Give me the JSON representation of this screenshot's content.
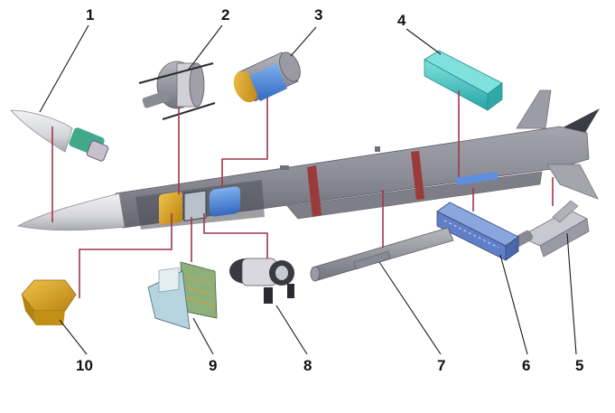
{
  "callouts": [
    {
      "id": 1,
      "label": "1"
    },
    {
      "id": 2,
      "label": "2"
    },
    {
      "id": 3,
      "label": "3"
    },
    {
      "id": 4,
      "label": "4"
    },
    {
      "id": 5,
      "label": "5"
    },
    {
      "id": 6,
      "label": "6"
    },
    {
      "id": 7,
      "label": "7"
    },
    {
      "id": 8,
      "label": "8"
    },
    {
      "id": 9,
      "label": "9"
    },
    {
      "id": 10,
      "label": "10"
    }
  ],
  "colors": {
    "background": "#ffffff",
    "body": "#8f8f9a",
    "body_dark": "#6d6d78",
    "radome": "#dcdde2",
    "band": "#9b3a3a",
    "connector": "#a2364a",
    "cyan_cover": "#3fc3c3",
    "blue_part": "#3f7fd6",
    "gold": "#e0a02a",
    "battery_gold": "#d4a21e",
    "greenboard": "#8db07a"
  }
}
